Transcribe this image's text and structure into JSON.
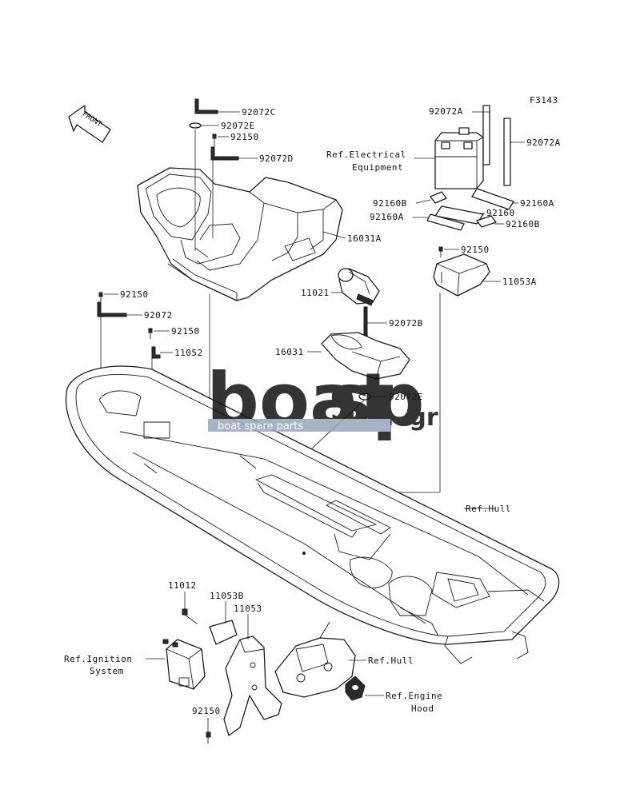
{
  "figure_code": "F3143",
  "front_label": "FRONT",
  "watermark": {
    "brand_left": "boat",
    "brand_right": "sp",
    "tld": ".gr",
    "tagline": "boat spare parts"
  },
  "parts": {
    "p92072C": "92072C",
    "p92072E_top": "92072E",
    "p92150_top": "92150",
    "p92072D": "92072D",
    "p16031A": "16031A",
    "p92150_left": "92150",
    "p92072": "92072",
    "p92150_mid": "92150",
    "p11052": "11052",
    "p11021": "11021",
    "p92072B": "92072B",
    "p16031": "16031",
    "p92072E_mid": "92072E",
    "p92072A_1": "92072A",
    "p92072A_2": "92072A",
    "p92160B_1": "92160B",
    "p92160A_1": "92160A",
    "p92160A_2": "92160A",
    "p92160": "92160",
    "p92160B_2": "92160B",
    "p92150_right": "92150",
    "p11053A": "11053A",
    "p11012": "11012",
    "p11053B": "11053B",
    "p11053": "11053",
    "p92150_bottom": "92150"
  },
  "references": {
    "electrical_line1": "Ref.Electrical",
    "electrical_line2": "Equipment",
    "hull_right": "Ref.Hull",
    "ignition_line1": "Ref.Ignition",
    "ignition_line2": "System",
    "hull_bottom": "Ref.Hull",
    "engine_hood_line1": "Ref.Engine",
    "engine_hood_line2": "Hood"
  },
  "colors": {
    "watermark_gray": "#8c8c8c",
    "watermark_blue": "#8f9bb5",
    "line": "#1a1a1a"
  }
}
